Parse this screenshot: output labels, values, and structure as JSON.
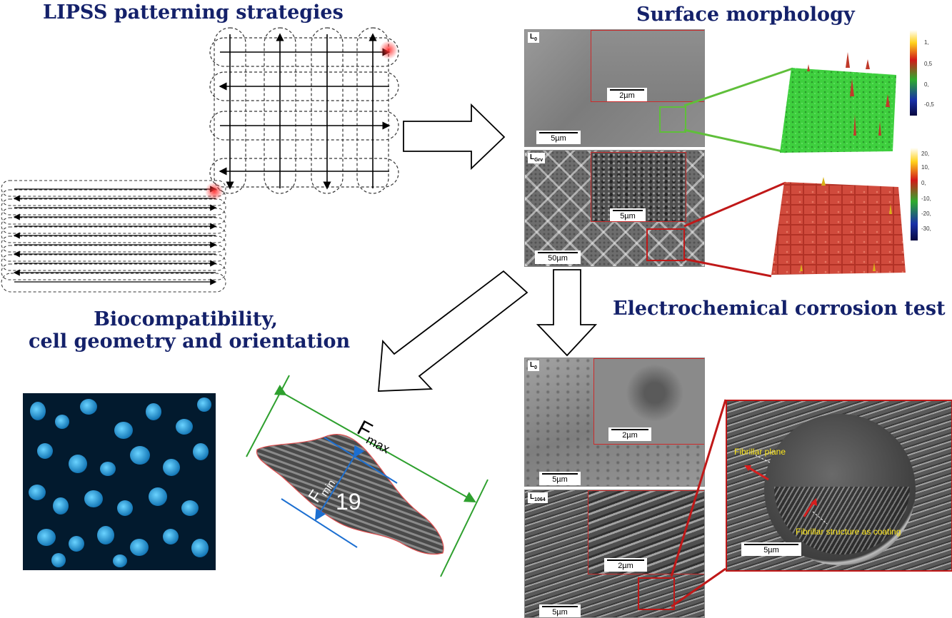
{
  "headings": {
    "lipss": "LIPSS patterning strategies",
    "morphology": "Surface morphology",
    "corrosion": "Electrochemical corrosion test",
    "bio_line1": "Biocompatibility,",
    "bio_line2": "cell geometry and orientation"
  },
  "sem_panels": {
    "l0_top": {
      "label": "L",
      "label_sub": "0",
      "scale_main": "5µm",
      "scale_inset": "2µm"
    },
    "lgrid": {
      "label": "L",
      "label_sub": "Grv",
      "scale_main": "50µm",
      "scale_inset": "5µm"
    },
    "l0_corroded": {
      "label": "L",
      "label_sub": "0",
      "scale_main": "5µm",
      "scale_inset": "2µm"
    },
    "l1064": {
      "label": "L",
      "label_sub": "1064",
      "scale_main": "5µm",
      "scale_inset": "2µm"
    },
    "pit_zoom": {
      "scale": "5µm",
      "callout_plane": "Fibrillar plane",
      "callout_structure": "Fibrillar structure as coating"
    }
  },
  "colorbars": {
    "top": {
      "ticks": [
        "1,",
        "0,5",
        "0,",
        "-0,5"
      ],
      "box_color": "#5fbf3a"
    },
    "bottom": {
      "ticks": [
        "20,",
        "10,",
        "0,",
        "-10,",
        "-20,",
        "-30,"
      ],
      "box_color": "#c01818"
    }
  },
  "cell_geometry": {
    "fmax_main": "F",
    "fmax_sub": "max",
    "fmin_main": "F",
    "fmin_sub": "min",
    "cell_number": "19"
  },
  "colors": {
    "heading": "#14216a",
    "green_box": "#5fbf3a",
    "red_box": "#c01818",
    "fmax_line": "#2ea02e",
    "fmin_line": "#1c6fd1",
    "callout_text": "#ffe81a"
  }
}
